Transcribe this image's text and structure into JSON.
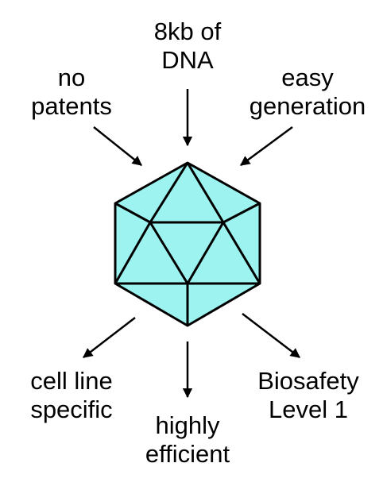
{
  "diagram": {
    "center_shape": "icosahedron",
    "fill_color": "#9cf3ef",
    "stroke_color": "#000000",
    "labels": {
      "top": [
        "8kb of",
        "DNA"
      ],
      "top_left": [
        "no",
        "patents"
      ],
      "top_right": [
        "easy",
        "generation"
      ],
      "bottom_left": [
        "cell line",
        "specific"
      ],
      "bottom_center": [
        "highly",
        "efficient"
      ],
      "bottom_right": [
        "Biosafety",
        "Level 1"
      ]
    },
    "arrows": [
      {
        "from": "top",
        "direction": "inward"
      },
      {
        "from": "top_left",
        "direction": "inward"
      },
      {
        "from": "top_right",
        "direction": "inward"
      },
      {
        "from": "bottom_left",
        "direction": "outward"
      },
      {
        "from": "bottom_center",
        "direction": "outward"
      },
      {
        "from": "bottom_right",
        "direction": "outward"
      }
    ]
  }
}
